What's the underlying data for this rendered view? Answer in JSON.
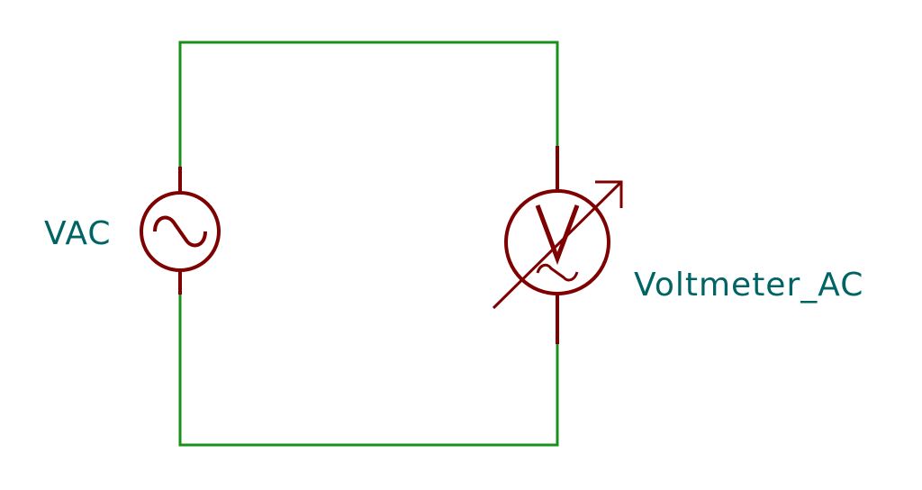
{
  "components": {
    "source": {
      "reference": "VAC"
    },
    "meter": {
      "reference": "Voltmeter_AC",
      "symbol_letter": "V"
    }
  },
  "colors": {
    "wire": "#1a8f1a",
    "component": "#7f0000",
    "label": "#006464",
    "background": "#ffffff"
  }
}
